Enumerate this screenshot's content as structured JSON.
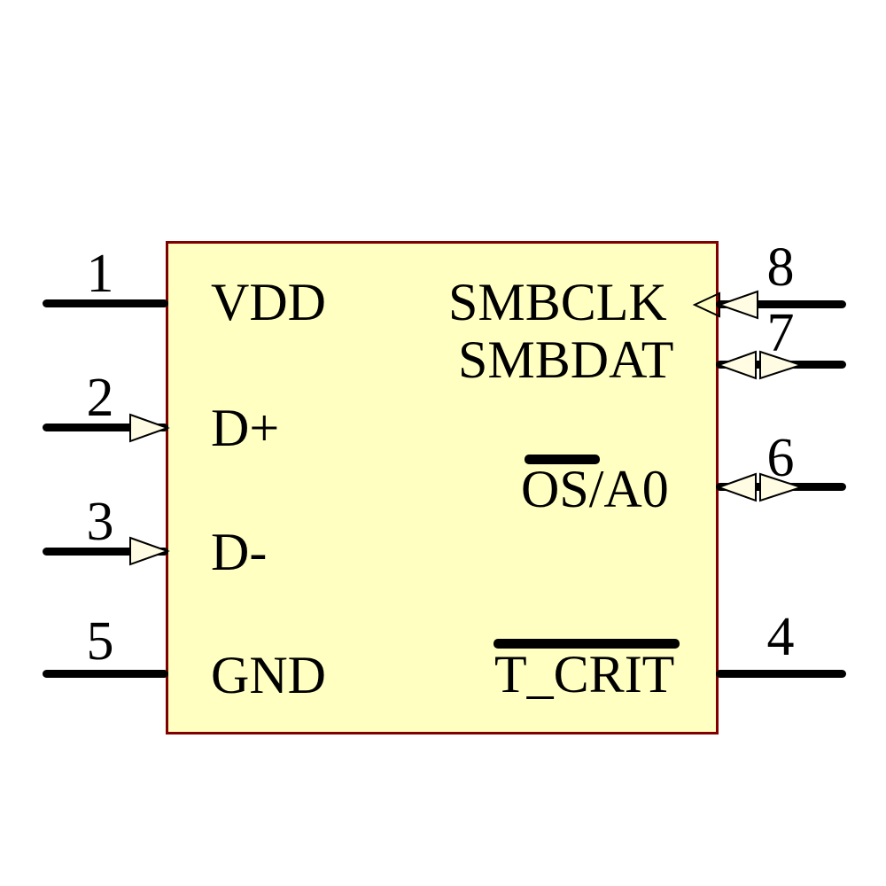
{
  "colors": {
    "background": "#FFFFFF",
    "body_fill": "#FFFFC1",
    "body_border": "#800000",
    "pin_color": "#000000",
    "text_color": "#000000",
    "arrow_fill": "#FFFCE3",
    "arrow_stroke": "#000000"
  },
  "component": {
    "shape": "rectangle",
    "description": "8-pin IC schematic symbol"
  },
  "pins": [
    {
      "number": "1",
      "label": "VDD",
      "side": "left",
      "arrow": "none"
    },
    {
      "number": "2",
      "label": "D+",
      "side": "left",
      "arrow": "input-right"
    },
    {
      "number": "3",
      "label": "D-",
      "side": "left",
      "arrow": "input-right"
    },
    {
      "number": "5",
      "label": "GND",
      "side": "left",
      "arrow": "none"
    },
    {
      "number": "8",
      "label": "SMBCLK",
      "side": "right",
      "arrow": "input-left-double"
    },
    {
      "number": "7",
      "label": "SMBDAT",
      "side": "right",
      "arrow": "bidirectional"
    },
    {
      "number": "6",
      "label": "OS/A0",
      "label_overlined": "OS",
      "label_rest": "/A0",
      "side": "right",
      "arrow": "bidirectional",
      "overline": "partial"
    },
    {
      "number": "4",
      "label": "T_CRIT",
      "label_overlined": "T_CRIT",
      "label_rest": "",
      "side": "right",
      "arrow": "none",
      "overline": "full"
    }
  ]
}
